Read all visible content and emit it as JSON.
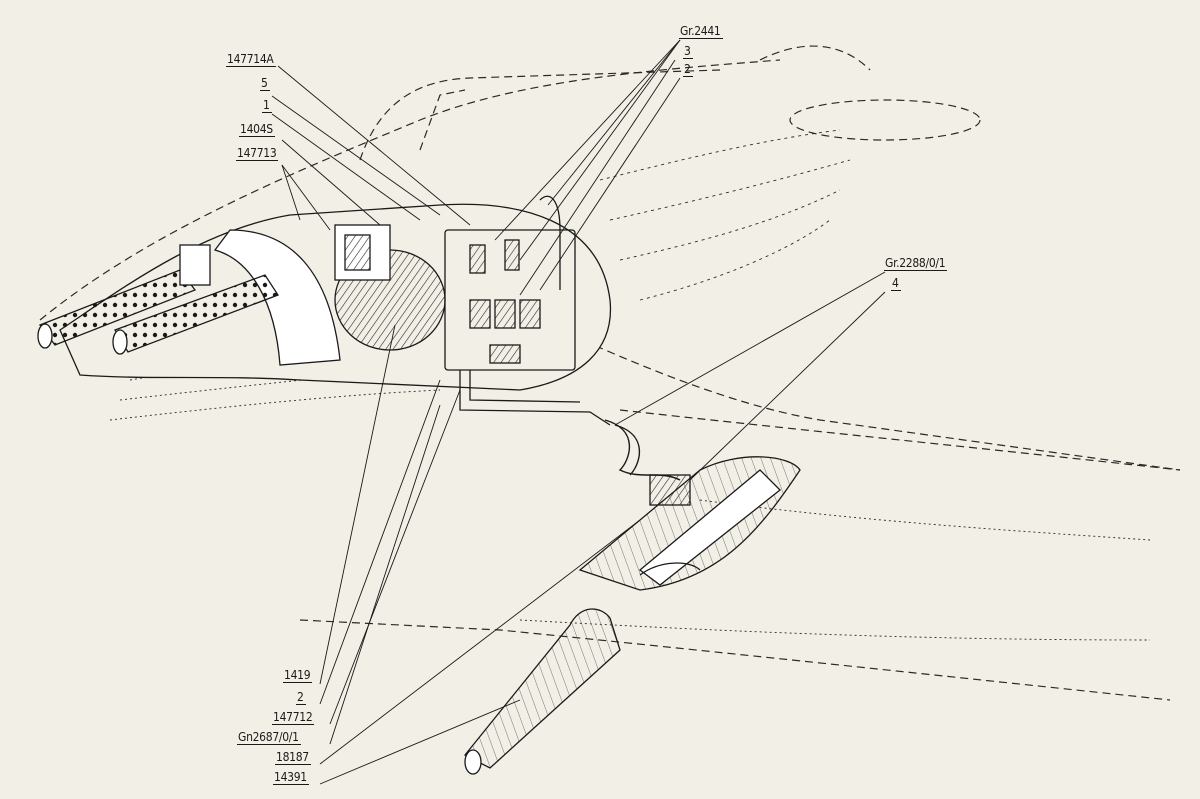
{
  "diagram": {
    "labels_top_left": [
      "147714A",
      "5",
      "1",
      "1404S",
      "147713"
    ],
    "labels_top_right": [
      "Gr.2441",
      "3",
      "2"
    ],
    "labels_right": [
      "Gr.2288/0/1",
      "4"
    ],
    "labels_bottom_left": [
      "1419",
      "2",
      "147712",
      "Gn2687/0/1",
      "18187",
      "14391"
    ]
  }
}
